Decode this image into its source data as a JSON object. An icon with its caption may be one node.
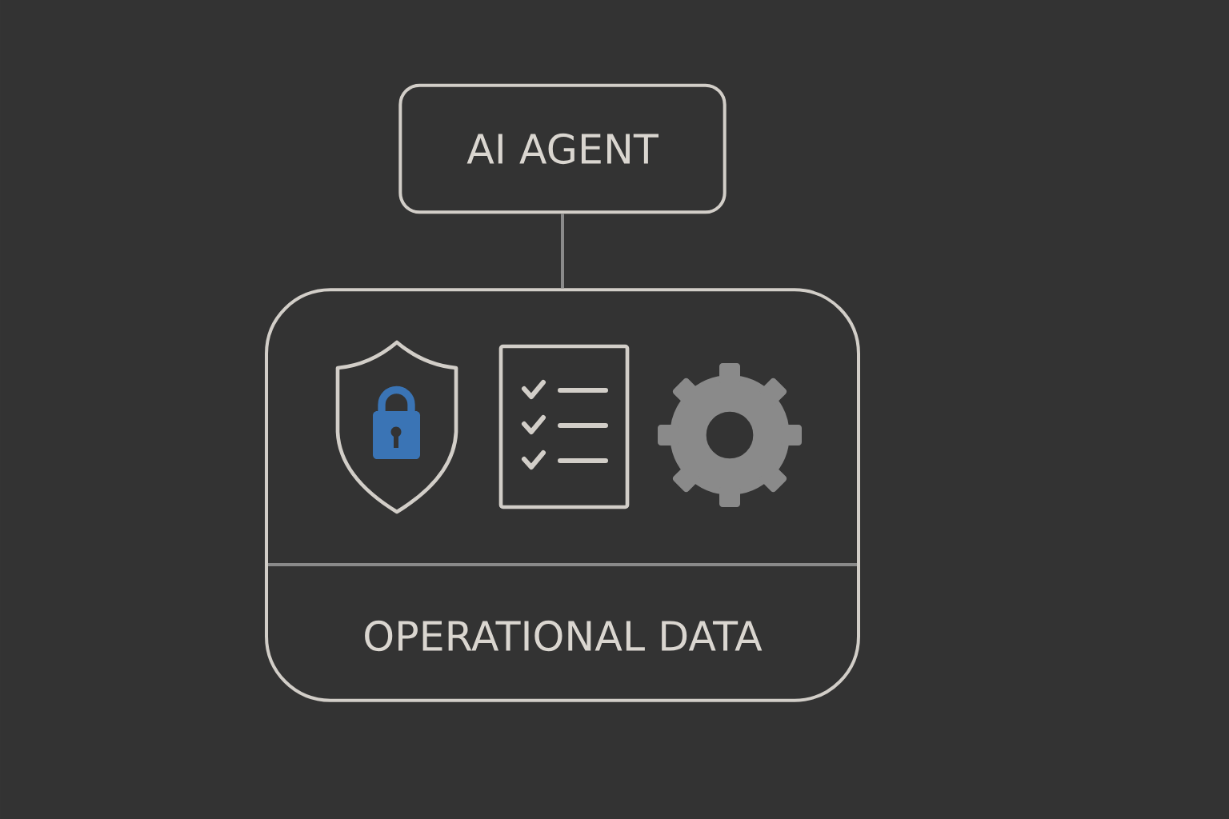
{
  "diagram": {
    "nodes": [
      {
        "text": [
          "AI AGENT"
        ]
      },
      {
        "text": [
          "OPERATIONAL DATA"
        ]
      }
    ],
    "edges": [
      {
        "from": 0,
        "to": 1,
        "arrow": "none"
      }
    ]
  }
}
